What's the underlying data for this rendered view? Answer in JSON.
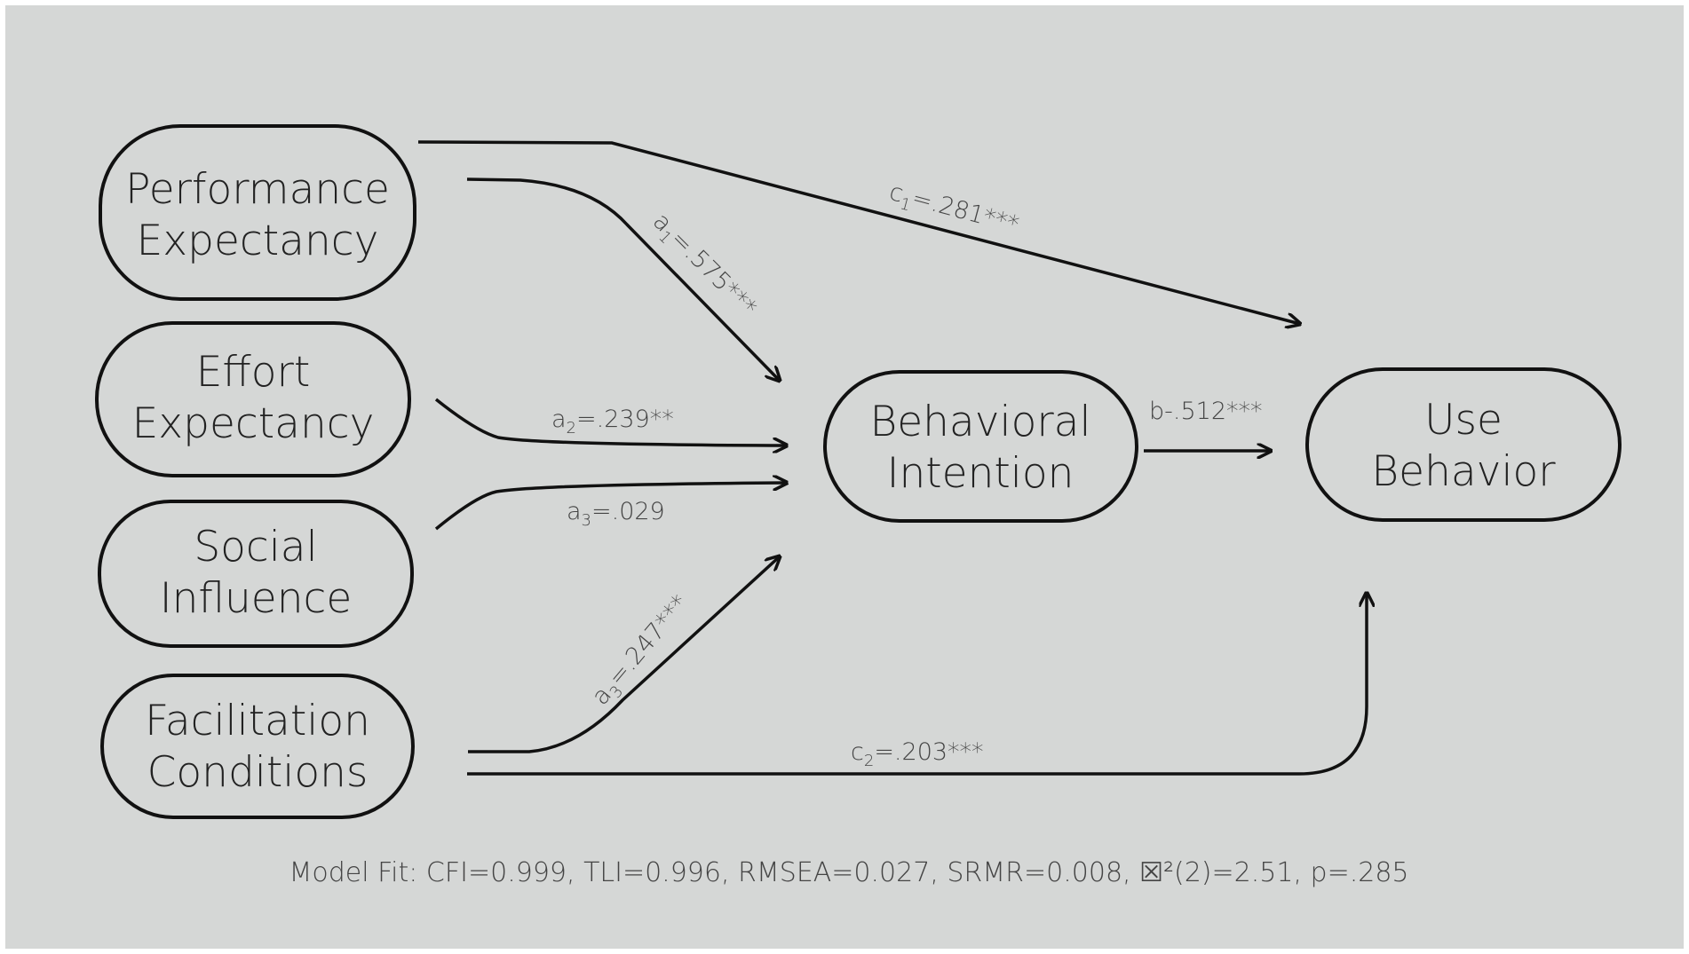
{
  "nodes": {
    "performance_expectancy": [
      "Performance",
      "Expectancy"
    ],
    "effort_expectancy": [
      "Effort",
      "Expectancy"
    ],
    "social_influence": [
      "Social",
      "Influence"
    ],
    "facilitation_conditions": [
      "Facilitation",
      "Conditions"
    ],
    "behavioral_intention": [
      "Behavioral",
      "Intention"
    ],
    "use_behavior": [
      "Use",
      "Behavior"
    ]
  },
  "paths": {
    "a1": {
      "base": "a",
      "sub": "1",
      "value": "=.575***"
    },
    "a2": {
      "base": "a",
      "sub": "2",
      "value": "=.239**"
    },
    "a3_social": {
      "base": "a",
      "sub": "3",
      "value": "=.029"
    },
    "a3_facilitation": {
      "base": "a",
      "sub": "3",
      "value": "=.247***"
    },
    "b": {
      "text": "b-.512***"
    },
    "c1": {
      "base": "c",
      "sub": "1",
      "value": "=.281***"
    },
    "c2": {
      "base": "c",
      "sub": "2",
      "value": "=.203***"
    }
  },
  "footer": {
    "model_fit": "Model Fit: CFI=0.999, TLI=0.996, RMSEA=0.027, SRMR=0.008, ☒²(2)=2.51, p=.285"
  }
}
